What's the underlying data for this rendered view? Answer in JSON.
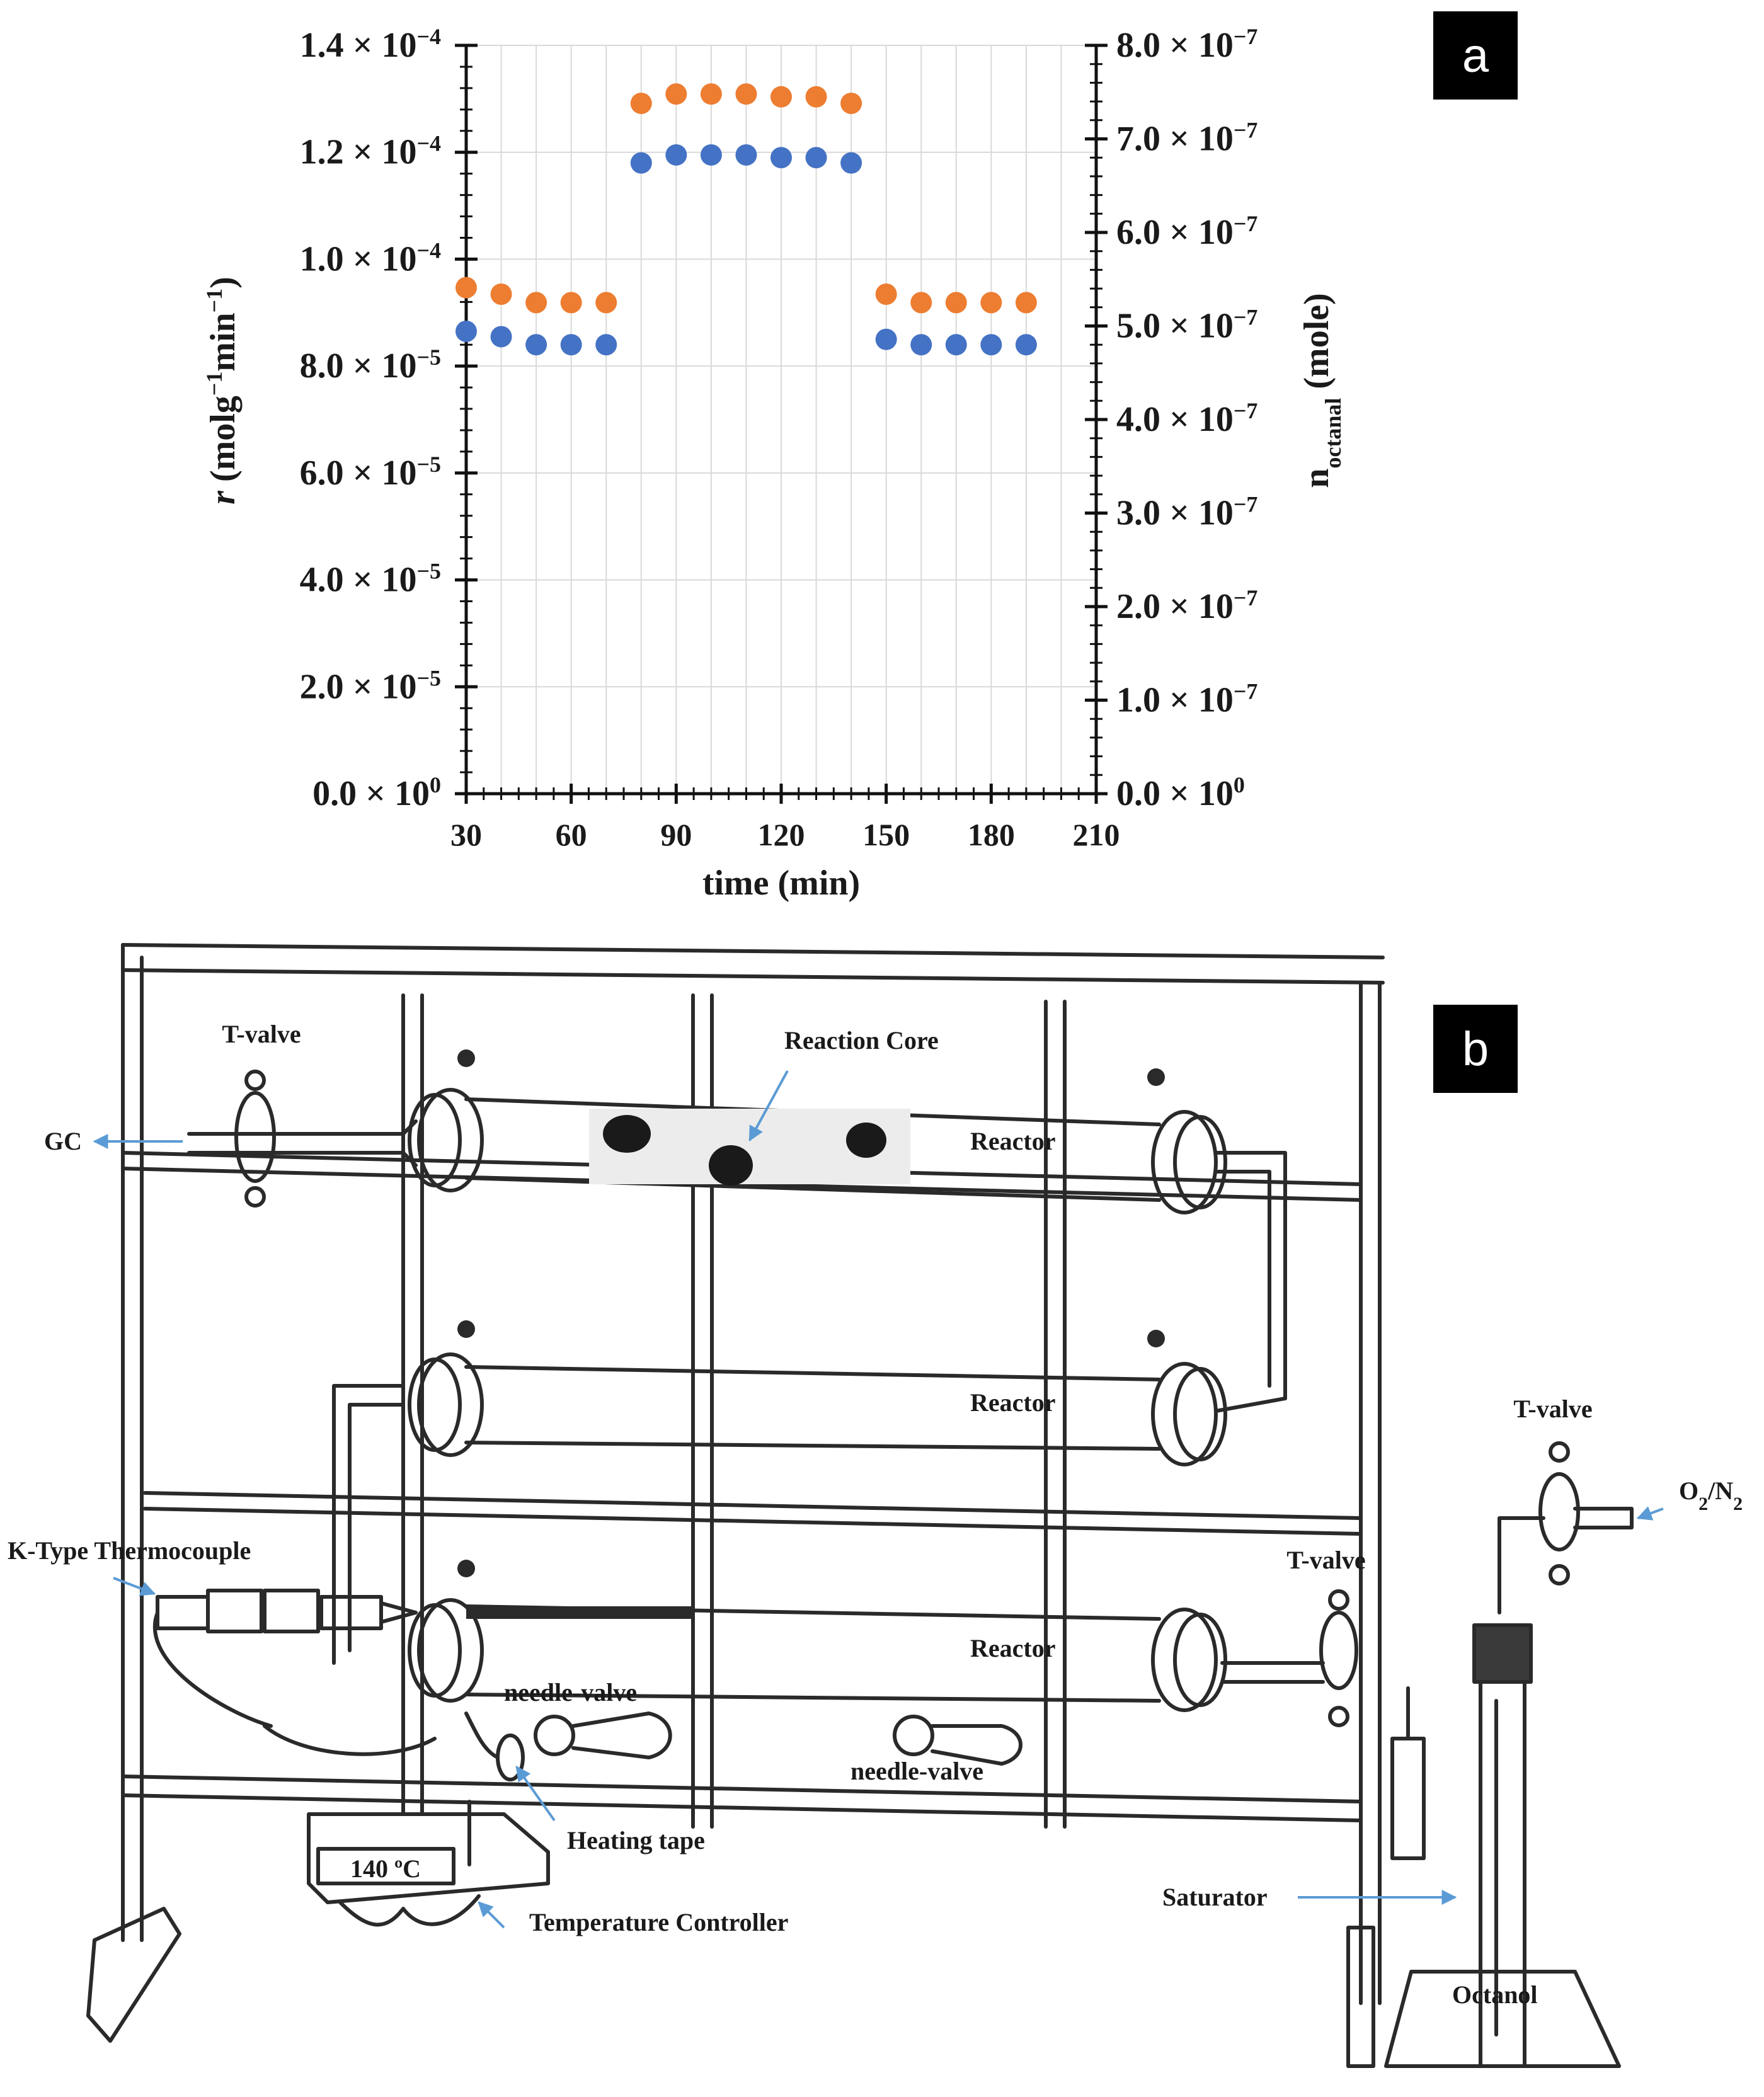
{
  "panels": {
    "a": "a",
    "b": "b"
  },
  "chart_data": {
    "type": "scatter",
    "x": [
      30,
      40,
      50,
      60,
      70,
      80,
      90,
      100,
      110,
      120,
      130,
      140,
      150,
      160,
      170,
      180,
      190
    ],
    "series": [
      {
        "axis": "left",
        "color": "#4472C4",
        "values": [
          8.65e-05,
          8.55e-05,
          8.4e-05,
          8.4e-05,
          8.4e-05,
          0.000118,
          0.0001195,
          0.0001195,
          0.0001195,
          0.000119,
          0.000119,
          0.000118,
          8.5e-05,
          8.4e-05,
          8.4e-05,
          8.4e-05,
          8.4e-05
        ]
      },
      {
        "axis": "right",
        "color": "#ED7D31",
        "values": [
          5.41e-07,
          5.34e-07,
          5.25e-07,
          5.25e-07,
          5.25e-07,
          7.38e-07,
          7.48e-07,
          7.48e-07,
          7.48e-07,
          7.45e-07,
          7.45e-07,
          7.38e-07,
          5.34e-07,
          5.25e-07,
          5.25e-07,
          5.25e-07,
          5.25e-07
        ]
      }
    ],
    "xlabel": "time (min)",
    "ylabel_left": {
      "italic": "r",
      "main": " (molg",
      "sup1": "−1",
      "mid": "min",
      "sup2": "−1",
      "end": ")"
    },
    "ylabel_right": {
      "main": "n",
      "sub": "octanal",
      "end": " (mole)"
    },
    "xlim": [
      30,
      210
    ],
    "ylim_left": [
      0,
      0.00014
    ],
    "ylim_right": [
      0,
      8e-07
    ],
    "x_ticks": [
      "30",
      "60",
      "90",
      "120",
      "150",
      "180",
      "210"
    ],
    "y_ticks_left": [
      {
        "mant": "0.0",
        "exp": "0"
      },
      {
        "mant": "2.0",
        "exp": "−5"
      },
      {
        "mant": "4.0",
        "exp": "−5"
      },
      {
        "mant": "6.0",
        "exp": "−5"
      },
      {
        "mant": "8.0",
        "exp": "−5"
      },
      {
        "mant": "1.0",
        "exp": "−4"
      },
      {
        "mant": "1.2",
        "exp": "−4"
      },
      {
        "mant": "1.4",
        "exp": "−4"
      }
    ],
    "y_ticks_right": [
      {
        "mant": "0.0",
        "exp": "0"
      },
      {
        "mant": "1.0",
        "exp": "−7"
      },
      {
        "mant": "2.0",
        "exp": "−7"
      },
      {
        "mant": "3.0",
        "exp": "−7"
      },
      {
        "mant": "4.0",
        "exp": "−7"
      },
      {
        "mant": "5.0",
        "exp": "−7"
      },
      {
        "mant": "6.0",
        "exp": "−7"
      },
      {
        "mant": "7.0",
        "exp": "−7"
      },
      {
        "mant": "8.0",
        "exp": "−7"
      }
    ],
    "times_sign": " × 10",
    "grid": true
  },
  "diagram": {
    "labels": {
      "t_valve_top": "T-valve",
      "reaction_core": "Reaction Core",
      "gc": "GC",
      "reactor_1": "Reactor",
      "reactor_2": "Reactor",
      "reactor_3": "Reactor",
      "t_valve_right": "T-valve",
      "gas_main": "O",
      "gas_sub1": "2",
      "gas_mid": "/N",
      "gas_sub2": "2",
      "thermocouple": "K-Type Thermocouple",
      "t_valve_mid": "T-valve",
      "needle_valve_1": "needle-valve",
      "needle_valve_2": "needle-valve",
      "heating_tape": "Heating tape",
      "controller_display": "140 ºC",
      "temperature_controller": "Temperature Controller",
      "saturator": "Saturator",
      "octanol": "Octanol"
    }
  }
}
